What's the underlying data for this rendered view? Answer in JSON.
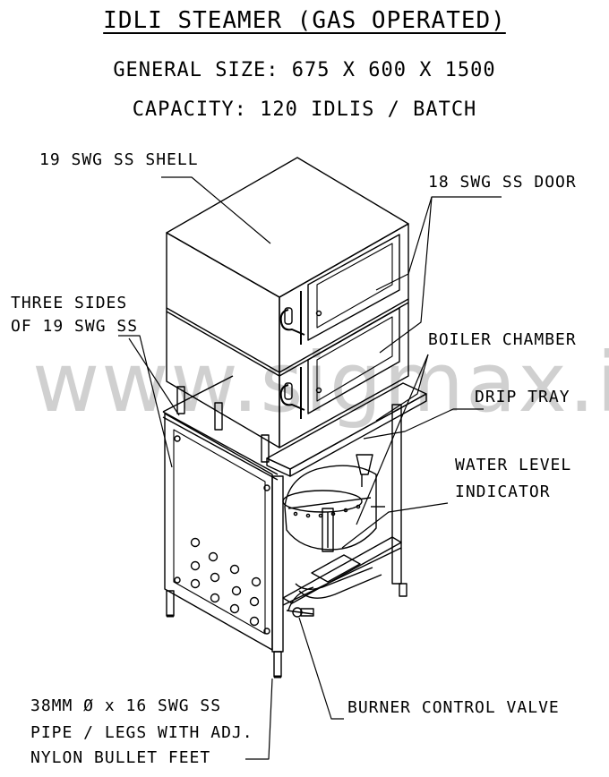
{
  "title": "IDLI STEAMER (GAS OPERATED)",
  "general_size": "GENERAL SIZE: 675 X 600 X 1500",
  "capacity": "CAPACITY: 120 IDLIS / BATCH",
  "labels": {
    "shell": "19 SWG SS SHELL",
    "door": "18 SWG SS DOOR",
    "three_sides_1": "THREE SIDES",
    "three_sides_2": "OF 19 SWG SS",
    "boiler": "BOILER CHAMBER",
    "drip_tray": "DRIP TRAY",
    "water_level_1": "WATER LEVEL",
    "water_level_2": "INDICATOR",
    "legs_1": "38MM Ø x 16 SWG SS",
    "legs_2": "PIPE / LEGS WITH ADJ.",
    "legs_3": "NYLON BULLET FEET",
    "burner": "BURNER CONTROL VALVE"
  },
  "watermark": "www.sigmax.in"
}
